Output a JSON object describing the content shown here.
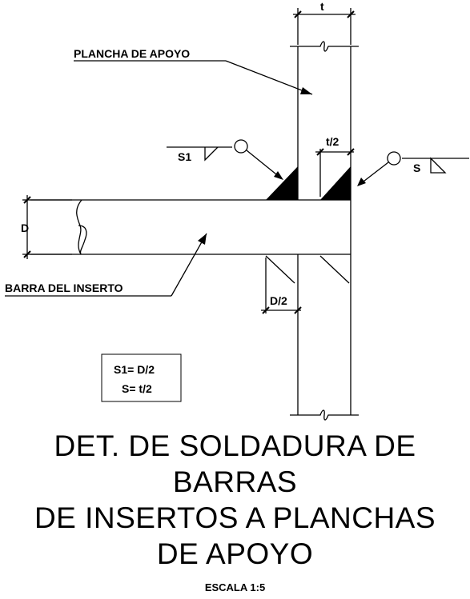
{
  "labels": {
    "plancha": "PLANCHA DE APOYO",
    "barra": "BARRA DEL INSERTO",
    "t": "t",
    "t_half": "t/2",
    "d": "D",
    "d_half": "D/2",
    "s1": "S1",
    "s": "S"
  },
  "formula": {
    "line1": "S1= D/2",
    "line2": "S= t/2"
  },
  "title": {
    "line1": "DET. DE SOLDADURA DE",
    "line2": "BARRAS",
    "line3": "DE INSERTOS A PLANCHAS",
    "line4": "DE APOYO"
  },
  "scale": "ESCALA 1:5"
}
